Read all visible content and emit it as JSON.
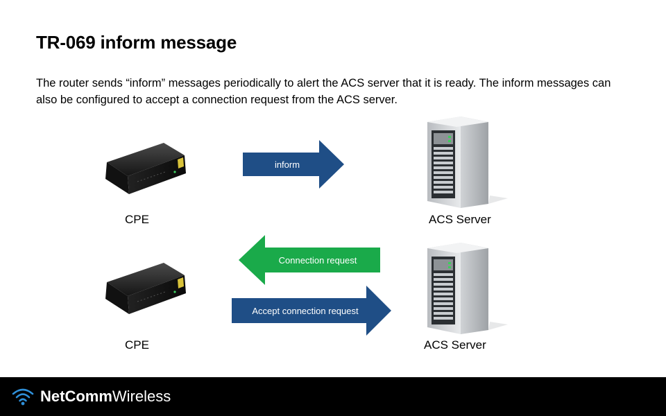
{
  "slide": {
    "title": "TR-069 inform message",
    "body": "The router sends “inform” messages periodically to alert the ACS server that it is ready. The inform messages can also be configured to accept a connection request from the ACS server."
  },
  "diagram": {
    "row1": {
      "cpe_label": "CPE",
      "server_label": "ACS Server",
      "arrow_label": "inform",
      "arrow_color": "#1f4e86"
    },
    "row2": {
      "cpe_label": "CPE",
      "server_label": "ACS Server",
      "request_label": "Connection request",
      "request_color": "#1aaa4a",
      "accept_label": "Accept connection request",
      "accept_color": "#1f4e86"
    }
  },
  "footer": {
    "brand_bold": "NetComm",
    "brand_light": "Wireless",
    "icon": "wifi-signal-icon",
    "background": "#000000"
  }
}
